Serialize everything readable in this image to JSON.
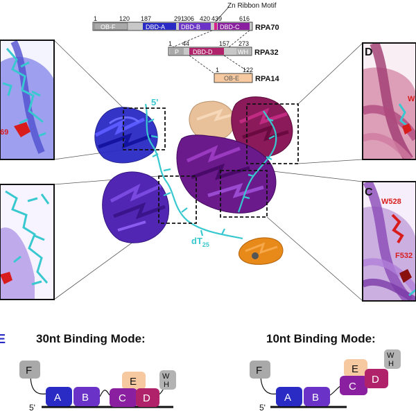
{
  "colors": {
    "dbd_a": "#2a2ac4",
    "dbd_b": "#6a32c6",
    "dbd_c": "#8a1fa0",
    "dbd_d": "#b0226a",
    "ob_e": "#f6c9a0",
    "ob_f": "#a9a9a9",
    "wh": "#b3b3b3",
    "ssdna": "#38c8d0",
    "residue": "#d81c1c",
    "orange_domain": "#e88a1a"
  },
  "domain_map": {
    "zn_ribbon_label": "Zn Ribbon Motif",
    "rpa70": {
      "name": "RPA70",
      "ticks": [
        "1",
        "120",
        "187",
        "291",
        "306",
        "420",
        "439",
        "616"
      ],
      "segments": [
        "OB-F",
        "DBD-A",
        "DBD-B",
        "DBD-C"
      ]
    },
    "rpa32": {
      "name": "RPA32",
      "ticks": [
        "1",
        "44",
        "157",
        "273"
      ],
      "segments": [
        "P",
        "DBD-D",
        "WH"
      ]
    },
    "rpa14": {
      "name": "RPA14",
      "ticks": [
        "1",
        "122"
      ],
      "segments": [
        "OB-E"
      ]
    }
  },
  "structure": {
    "five_prime_label": "5'",
    "dt_label": "dT",
    "dt_sub": "25"
  },
  "insets": {
    "left_top_residue": "69",
    "right_top_label": "D",
    "right_top_residue": "W",
    "right_bottom_label": "C",
    "right_bottom_res1": "W528",
    "right_bottom_res2": "F532"
  },
  "modes": {
    "left_title": "30nt Binding Mode:",
    "right_title": "10nt Binding Mode:",
    "left_panel_letter": "E",
    "boxes": {
      "F": "F",
      "A": "A",
      "B": "B",
      "C": "C",
      "D": "D",
      "E": "E",
      "W": "W",
      "H": "H"
    },
    "five_prime": "5'"
  }
}
